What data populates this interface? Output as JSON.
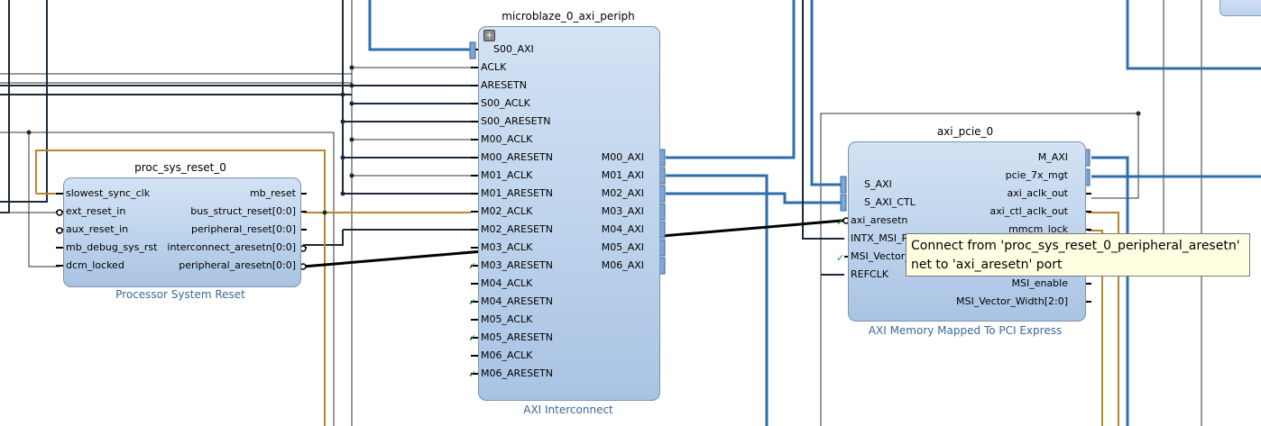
{
  "blocks": {
    "periph": {
      "title": "microblaze_0_axi_periph",
      "subtitle": "AXI Interconnect",
      "left_pins": [
        "S00_AXI",
        "ACLK",
        "ARESETN",
        "S00_ACLK",
        "S00_ARESETN",
        "M00_ACLK",
        "M00_ARESETN",
        "M01_ACLK",
        "M01_ARESETN",
        "M02_ACLK",
        "M02_ARESETN",
        "M03_ACLK",
        "M03_ARESETN",
        "M04_ACLK",
        "M04_ARESETN",
        "M05_ACLK",
        "M05_ARESETN",
        "M06_ACLK",
        "M06_ARESETN"
      ],
      "right_pins": [
        "M00_AXI",
        "M01_AXI",
        "M02_AXI",
        "M03_AXI",
        "M04_AXI",
        "M05_AXI",
        "M06_AXI"
      ]
    },
    "reset": {
      "title": "proc_sys_reset_0",
      "subtitle": "Processor System Reset",
      "left_pins": [
        "slowest_sync_clk",
        "ext_reset_in",
        "aux_reset_in",
        "mb_debug_sys_rst",
        "dcm_locked"
      ],
      "right_pins": [
        "mb_reset",
        "bus_struct_reset[0:0]",
        "peripheral_reset[0:0]",
        "interconnect_aresetn[0:0]",
        "peripheral_aresetn[0:0]"
      ]
    },
    "pcie": {
      "title": "axi_pcie_0",
      "subtitle": "AXI Memory Mapped To PCI Express",
      "left_pins": [
        "S_AXI",
        "S_AXI_CTL",
        "axi_aresetn",
        "INTX_MSI_R",
        "MSI_Vector_",
        "REFCLK"
      ],
      "right_pins": [
        "M_AXI",
        "pcie_7x_mgt",
        "axi_aclk_out",
        "axi_ctl_aclk_out",
        "mmcm_lock",
        "",
        "",
        "MSI_enable",
        "MSI_Vector_Width[2:0]"
      ]
    }
  },
  "tooltip": {
    "line1": "Connect from 'proc_sys_reset_0_peripheral_aresetn'",
    "line2": "net to 'axi_aresetn' port"
  },
  "colors": {
    "wire_dark": "#1a2a3a",
    "wire_blue": "#2f6ea8",
    "wire_orange": "#b8862a",
    "wire_thin": "#333333",
    "check": "#18a018"
  }
}
